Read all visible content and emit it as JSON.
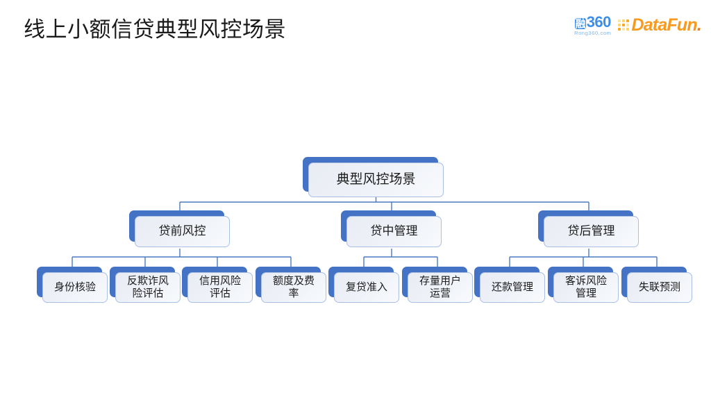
{
  "slide": {
    "title": "线上小额信贷典型风控场景",
    "background": "#ffffff"
  },
  "logos": {
    "rong360": {
      "badge": "融",
      "number": "360",
      "subtitle": "Rong360.com",
      "color": "#3c8ee8"
    },
    "datafun": {
      "text": "DataFun",
      "period": ".",
      "color": "#f79a1e"
    }
  },
  "colors": {
    "shadow_blue": "#4472c4",
    "node_border": "#a9bfe3",
    "node_fill_start": "#e9ecf4",
    "node_fill_end": "#f8fafd",
    "connector": "#4a79c0",
    "title_text": "#1a1a1a"
  },
  "chart_data": {
    "type": "diagram",
    "subtype": "org-chart-tree",
    "title": "线上小额信贷典型风控场景",
    "root": {
      "id": "root",
      "label": "典型风控场景"
    },
    "levels": [
      {
        "level": 1,
        "nodes": [
          {
            "id": "root",
            "label": "典型风控场景"
          }
        ]
      },
      {
        "level": 2,
        "nodes": [
          {
            "id": "pre",
            "label": "贷前风控",
            "parent": "root"
          },
          {
            "id": "during",
            "label": "贷中管理",
            "parent": "root"
          },
          {
            "id": "post",
            "label": "贷后管理",
            "parent": "root"
          }
        ]
      },
      {
        "level": 3,
        "nodes": [
          {
            "id": "l1",
            "label": "身份核验",
            "parent": "pre"
          },
          {
            "id": "l2",
            "label": "反欺诈风\n险评估",
            "parent": "pre"
          },
          {
            "id": "l3",
            "label": "信用风险\n评估",
            "parent": "pre"
          },
          {
            "id": "l4",
            "label": "额度及费\n率",
            "parent": "pre"
          },
          {
            "id": "l5",
            "label": "复贷准入",
            "parent": "during"
          },
          {
            "id": "l6",
            "label": "存量用户\n运营",
            "parent": "during"
          },
          {
            "id": "l7",
            "label": "还款管理",
            "parent": "post"
          },
          {
            "id": "l8",
            "label": "客诉风险\n管理",
            "parent": "post"
          },
          {
            "id": "l9",
            "label": "失联预测",
            "parent": "post"
          }
        ]
      }
    ],
    "edges": [
      {
        "from": "root",
        "to": "pre"
      },
      {
        "from": "root",
        "to": "during"
      },
      {
        "from": "root",
        "to": "post"
      },
      {
        "from": "pre",
        "to": "l1"
      },
      {
        "from": "pre",
        "to": "l2"
      },
      {
        "from": "pre",
        "to": "l3"
      },
      {
        "from": "pre",
        "to": "l4"
      },
      {
        "from": "during",
        "to": "l5"
      },
      {
        "from": "during",
        "to": "l6"
      },
      {
        "from": "post",
        "to": "l7"
      },
      {
        "from": "post",
        "to": "l8"
      },
      {
        "from": "post",
        "to": "l9"
      }
    ]
  }
}
